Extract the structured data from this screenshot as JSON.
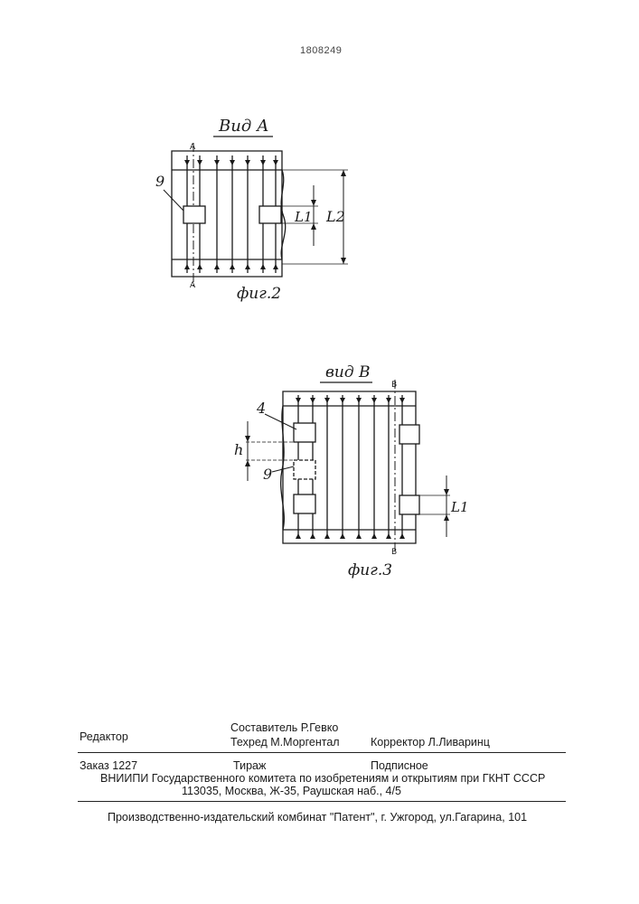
{
  "header": {
    "patent_number": "1808249"
  },
  "figure2": {
    "view_label": "Вид А",
    "caption": "фиг.2",
    "labels": {
      "part": "9",
      "l1": "L1",
      "l2": "L2",
      "section_mark": "А"
    }
  },
  "figure3": {
    "view_label": "вид В",
    "caption": "фиг.3",
    "labels": {
      "part_a": "4",
      "part_b": "9",
      "h": "h",
      "l1": "L1",
      "section_mark": "В"
    }
  },
  "footer": {
    "editor": "Редактор",
    "compiler": "Составитель Р.Гевко",
    "techred": "Техред М.Моргентал",
    "corrector": "Корректор  Л.Ливаринц",
    "order": "Заказ  1227",
    "circulation": "Тираж",
    "subscription": "Подписное",
    "institute": "ВНИИПИ Государственного комитета по изобретениям и открытиям при ГКНТ СССР",
    "address": "113035, Москва, Ж-35, Раушская наб., 4/5",
    "printer": "Производственно-издательский комбинат \"Патент\", г. Ужгород, ул.Гагарина, 101"
  }
}
